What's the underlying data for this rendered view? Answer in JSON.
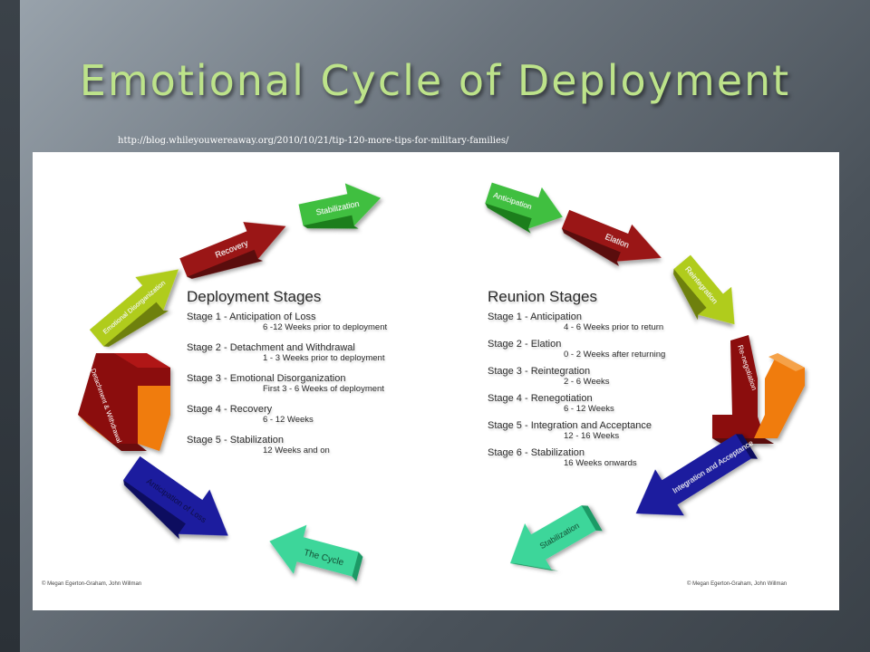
{
  "title": "Emotional Cycle of Deployment",
  "source_url": "http://blog.whileyouwereaway.org/2010/10/21/tip-120-more-tips-for-military-families/",
  "deployment": {
    "heading": "Deployment Stages",
    "stages": [
      {
        "label": "Stage 1 - Anticipation of Loss",
        "time": "6 -12 Weeks prior to deployment"
      },
      {
        "label": "Stage 2 - Detachment and Withdrawal",
        "time": "1 - 3 Weeks prior to deployment"
      },
      {
        "label": "Stage 3 - Emotional Disorganization",
        "time": "First 3 - 6 Weeks of deployment"
      },
      {
        "label": "Stage 4 - Recovery",
        "time": "6 - 12 Weeks"
      },
      {
        "label": "Stage 5 - Stabilization",
        "time": "12 Weeks and on"
      }
    ]
  },
  "reunion": {
    "heading": "Reunion Stages",
    "stages": [
      {
        "label": "Stage 1 - Anticipation",
        "time": "4 - 6 Weeks prior to return"
      },
      {
        "label": "Stage 2 - Elation",
        "time": "0 - 2 Weeks after returning"
      },
      {
        "label": "Stage 3 - Reintegration",
        "time": "2 - 6 Weeks"
      },
      {
        "label": "Stage 4 - Renegotiation",
        "time": "6 - 12 Weeks"
      },
      {
        "label": "Stage 5 - Integration and Acceptance",
        "time": "12 - 16 Weeks"
      },
      {
        "label": "Stage 6 - Stabilization",
        "time": "16 Weeks onwards"
      }
    ]
  },
  "arrows": {
    "stabilization_top": "Stabilization",
    "recovery": "Recovery",
    "emotional_disorganization": "Emotional Disorganization",
    "detachment": "Detachment & Withdrawal",
    "anticipation_of_loss": "Anticipation of Loss",
    "the_cycle": "The Cycle",
    "anticipation": "Anticipation",
    "elation": "Elation",
    "reintegration": "Reintegration",
    "renegotiation": "Re-negotiation",
    "integration": "Integration and Acceptance",
    "stabilization_bottom": "Stabilization"
  },
  "copyright": "© Megan Egerton-Graham, John Willman",
  "colors": {
    "title": "#bde38a",
    "green": "#3fbf3f",
    "dark_red": "#8b1010",
    "yellow_green": "#b0cc1e",
    "orange": "#f07c10",
    "navy": "#1d1d9e",
    "mint": "#3ed69a"
  }
}
